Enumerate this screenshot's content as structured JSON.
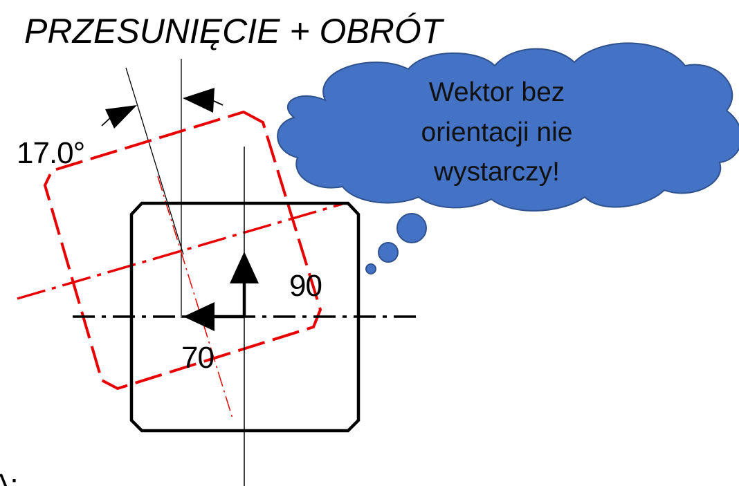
{
  "title": "PRZESUNIĘCIE + OBRÓT",
  "angle_label": "17.0°",
  "dimension_x": "70",
  "dimension_y": "90",
  "thought_bubble": {
    "lines": [
      "Wektor bez",
      "orientacji nie",
      "wystarczy!"
    ]
  },
  "corner_glyph": "A:",
  "colors": {
    "part_outline": "#000000",
    "rotated_outline": "#e60000",
    "cloud_fill": "#4472c4",
    "cloud_stroke": "#2f528f"
  }
}
